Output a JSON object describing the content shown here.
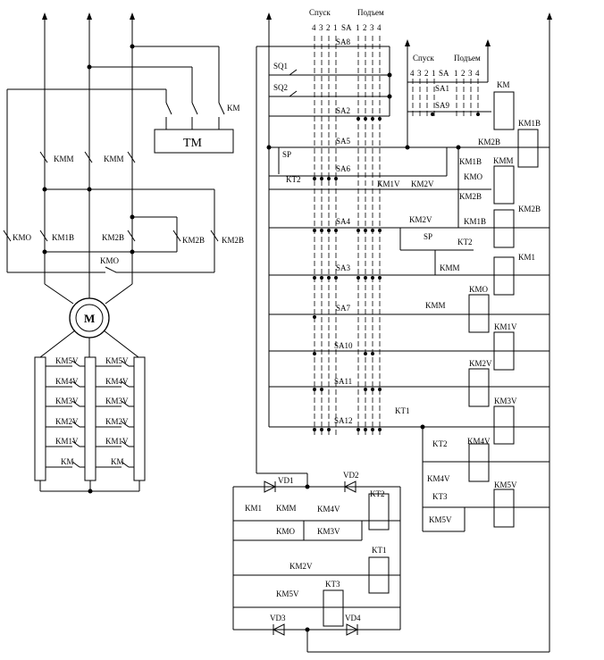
{
  "labels": {
    "km_top": "KM",
    "tm": "TM",
    "kmm_1": "KMM",
    "kmm_2": "KMM",
    "kmo_left": "KMO",
    "km1b_left": "KM1B",
    "km2b_left_1": "KM2B",
    "km2b_left_2": "KM2B",
    "km2b_left_3": "KM2B",
    "kmo_bottom": "KMO",
    "motor": "M",
    "res_km5v_1": "KM5V",
    "res_km5v_2": "KM5V",
    "res_km4v_1": "KM4V",
    "res_km4v_2": "KM4V",
    "res_km3v_1": "KM3V",
    "res_km3v_2": "KM3V",
    "res_km2v_1": "KM2V",
    "res_km2v_2": "KM2V",
    "res_km1v_1": "KM1V",
    "res_km1v_2": "KM1V",
    "res_km_1": "KM",
    "res_km_2": "KM",
    "header_down": "Спуск",
    "header_up": "Подъем",
    "header_sa": "SA",
    "pos_4a": "4",
    "pos_3a": "3",
    "pos_2a": "2",
    "pos_1a": "1",
    "pos_1b": "1",
    "pos_2b": "2",
    "pos_3b": "3",
    "pos_4b": "4",
    "sa8": "SA8",
    "sq1": "SQ1",
    "sq2": "SQ2",
    "sa2": "SA2",
    "sa5": "SA5",
    "sp_1": "SP",
    "sa6": "SA6",
    "kt2_1": "KT2",
    "km1v_c": "KM1V",
    "km2v_c": "KM2V",
    "sa4": "SA4",
    "km2v_c2": "KM2V",
    "sp_2": "SP",
    "kt2_2": "KT2",
    "kmm_c": "KMM",
    "sa3": "SA3",
    "sa7": "SA7",
    "kmm_c2": "KMM",
    "sa10": "SA10",
    "sa11": "SA11",
    "sa12": "SA12",
    "kt1_c": "KT1",
    "kt2_3": "KT2",
    "km4v_c": "KM4V",
    "kt3_c": "KT3",
    "km5v_c": "KM5V",
    "mini_down": "Спуск",
    "mini_up": "Подъем",
    "mini_sa": "SA",
    "mpos_4a": "4",
    "mpos_3a": "3",
    "mpos_2a": "2",
    "mpos_1a": "1",
    "mpos_1b": "1",
    "mpos_2b": "2",
    "mpos_3b": "3",
    "mpos_4b": "4",
    "sa1": "SA1",
    "sa9": "SA9",
    "km2b_c": "KM2B",
    "km1b_c": "KM1B",
    "kmo_c": "KMO",
    "km2b_c2": "KM2B",
    "km1b_c2": "KM1B",
    "coil_km": "KM",
    "coil_km1b": "KM1B",
    "coil_kmm": "KMM",
    "coil_km2b": "KM2B",
    "coil_km1": "KM1",
    "coil_kmo": "KMO",
    "coil_km1v": "KM1V",
    "coil_km2v": "KM2V",
    "coil_km3v": "KM3V",
    "coil_km4v": "KM4V",
    "coil_km5v": "KM5V",
    "vd1": "VD1",
    "vd2": "VD2",
    "vd3": "VD3",
    "vd4": "VD4",
    "b_km1": "KM1",
    "b_kmm": "KMM",
    "b_km4v": "KM4V",
    "b_kmo": "KMO",
    "b_km3v": "KM3V",
    "b_kt2": "KT2",
    "b_km2v": "KM2V",
    "b_kt1": "KT1",
    "b_km5v": "KM5V",
    "b_kt3": "KT3"
  }
}
